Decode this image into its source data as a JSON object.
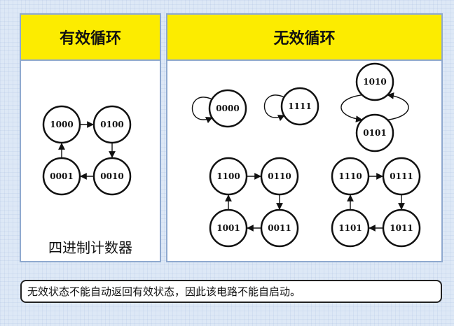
{
  "left_panel": {
    "title": "有效循环",
    "caption": "四进制计数器"
  },
  "right_panel": {
    "title": "无效循环"
  },
  "note": "无效状态不能自动返回有效状态，因此该电路不能自启动。",
  "colors": {
    "header": "#fcec00",
    "panel_border": "#8fa9cf",
    "background": "#dde8f6"
  },
  "valid_cycle": [
    "1000",
    "0100",
    "0010",
    "0001"
  ],
  "invalid_cycles": [
    [
      "0000"
    ],
    [
      "1111"
    ],
    [
      "1010",
      "0101"
    ],
    [
      "1100",
      "0110",
      "0011",
      "1001"
    ],
    [
      "1110",
      "0111",
      "1011",
      "1101"
    ]
  ]
}
